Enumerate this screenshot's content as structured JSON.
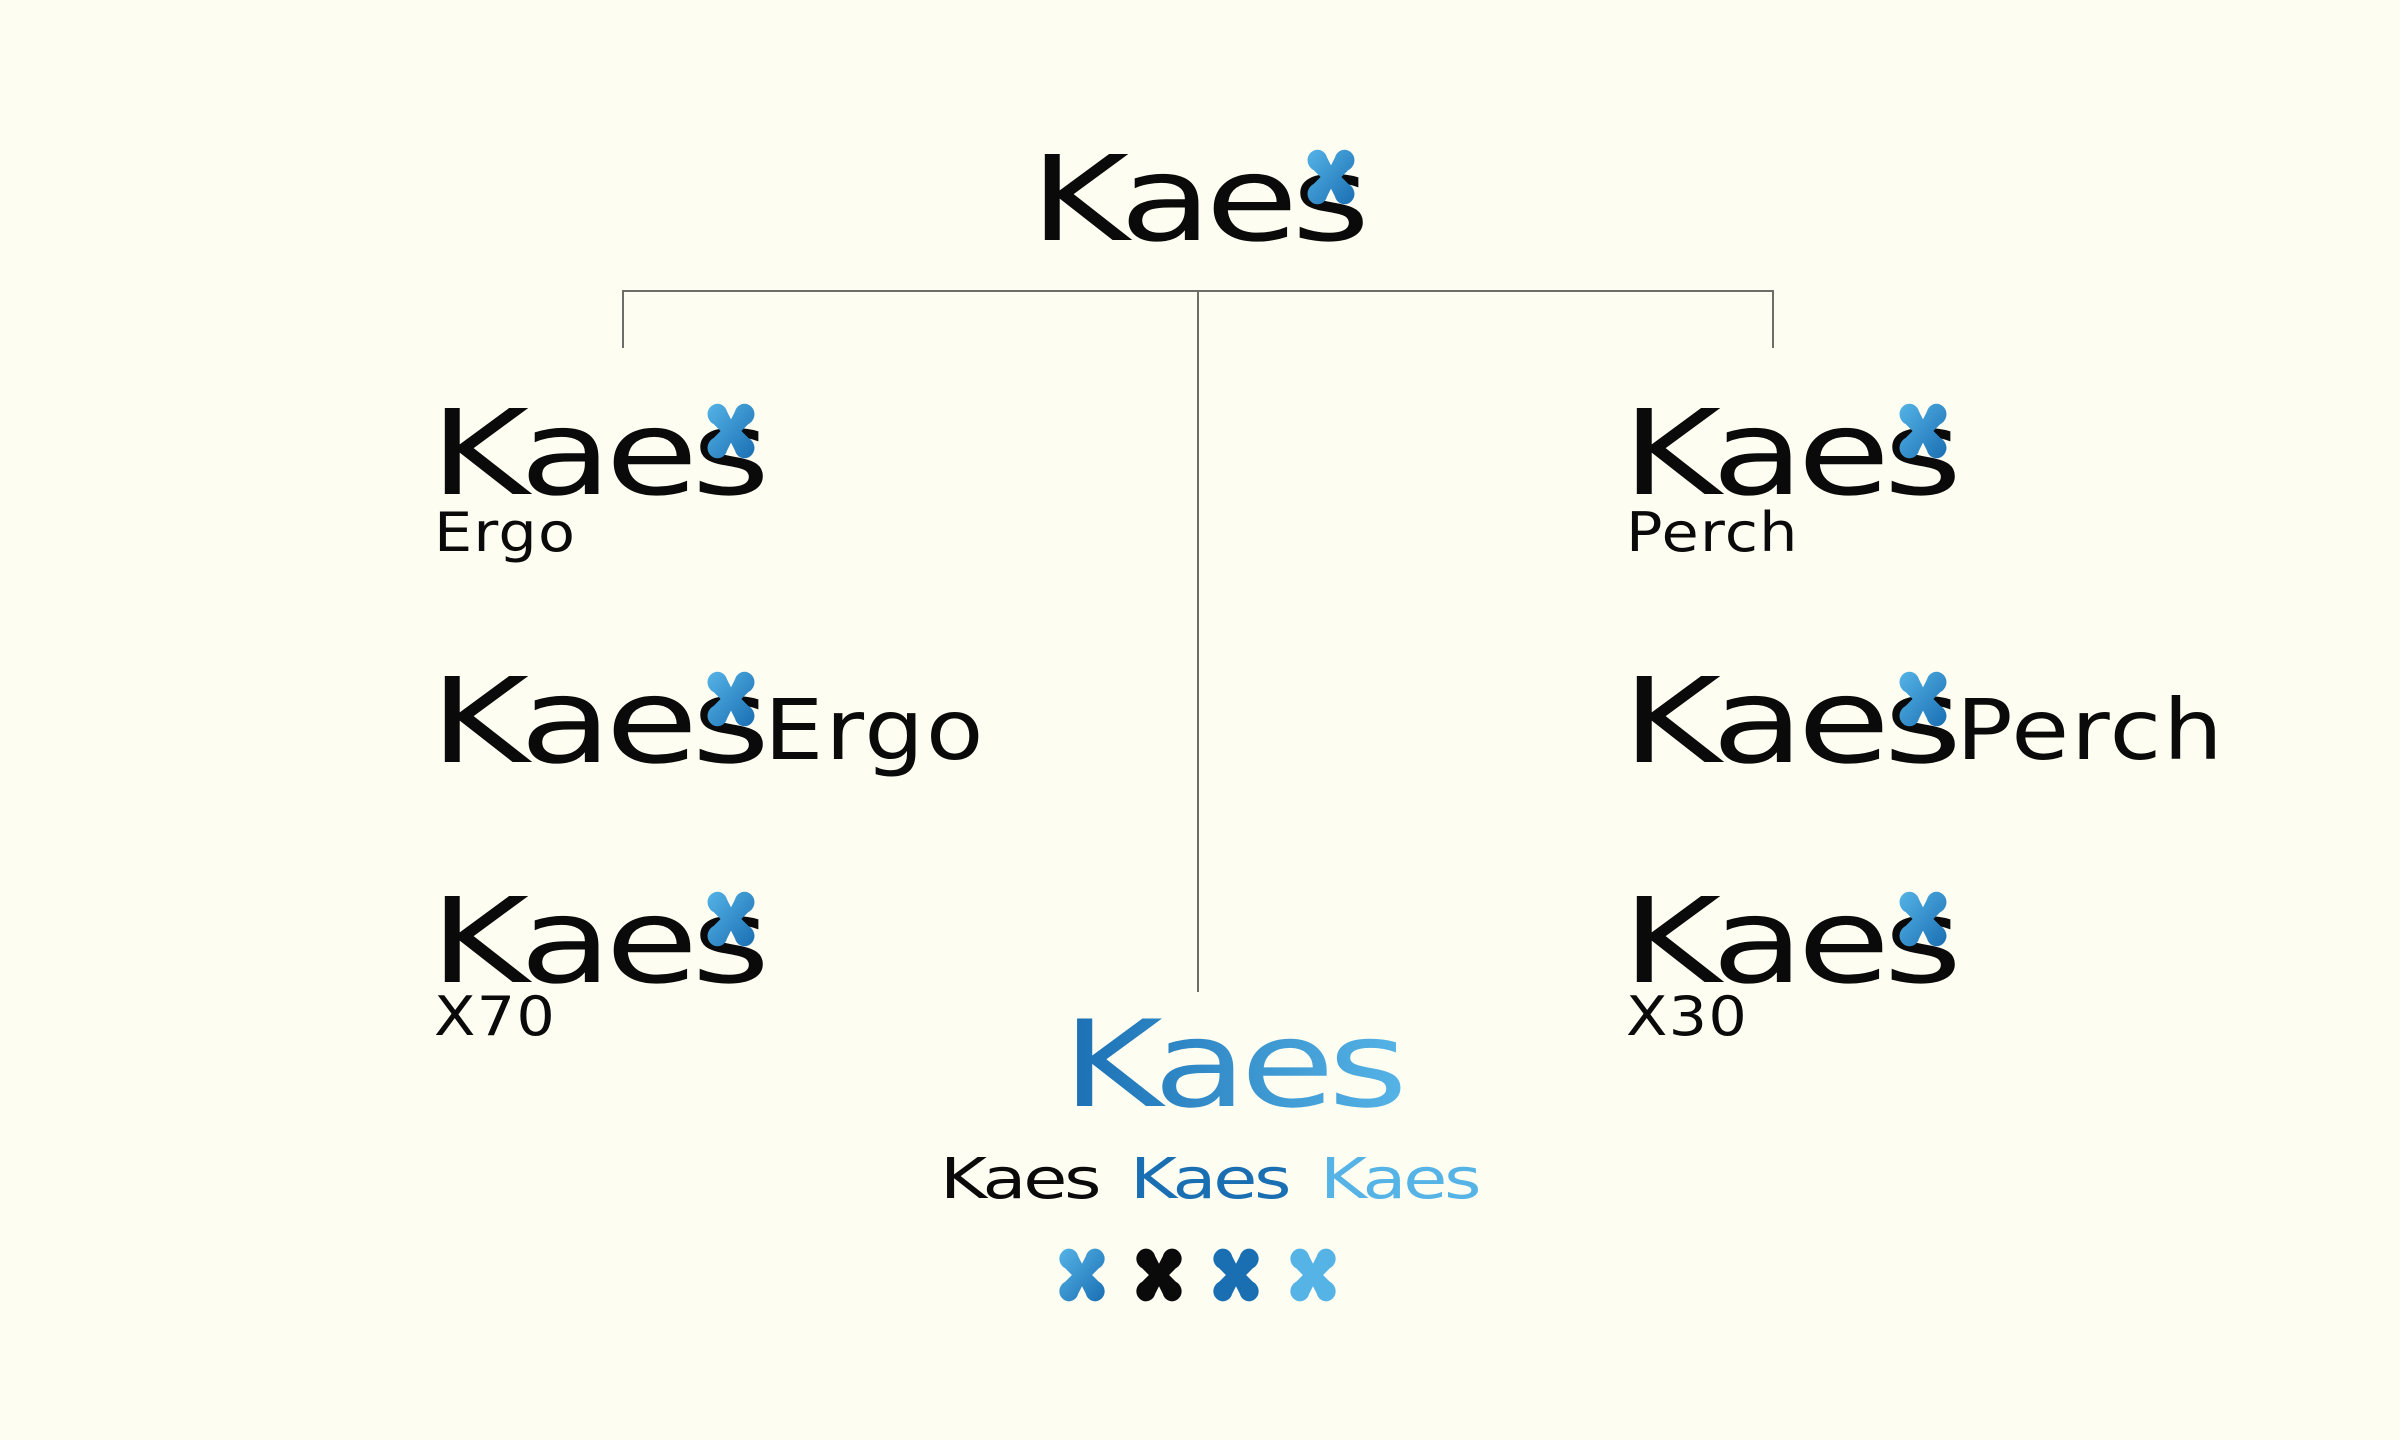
{
  "brand": {
    "name": "Kaes",
    "colors": {
      "black": "#0a0a0a",
      "blue_dark": "#1a6fb3",
      "blue_mid": "#2a8fd6",
      "blue_light": "#55b3e6",
      "line": "#6e6e68",
      "background": "#fdfdf2"
    }
  },
  "tree": {
    "root": {
      "word": "Kaes",
      "icon": "cross-gradient-icon"
    },
    "left": [
      {
        "word": "Kaes",
        "sub": "Ergo",
        "layout": "stacked"
      },
      {
        "word": "Kaes",
        "sub": "Ergo",
        "layout": "inline"
      },
      {
        "word": "Kaes",
        "sub": "X70",
        "layout": "stacked"
      }
    ],
    "right": [
      {
        "word": "Kaes",
        "sub": "Perch",
        "layout": "stacked"
      },
      {
        "word": "Kaes",
        "sub": "Perch",
        "layout": "inline"
      },
      {
        "word": "Kaes",
        "sub": "X30",
        "layout": "stacked"
      }
    ],
    "center": {
      "hero_word": "Kaes",
      "variants": [
        "Kaes",
        "Kaes",
        "Kaes"
      ],
      "icons": [
        "cross-gradient-icon",
        "cross-black-icon",
        "cross-blue-icon",
        "cross-light-blue-icon"
      ]
    }
  }
}
